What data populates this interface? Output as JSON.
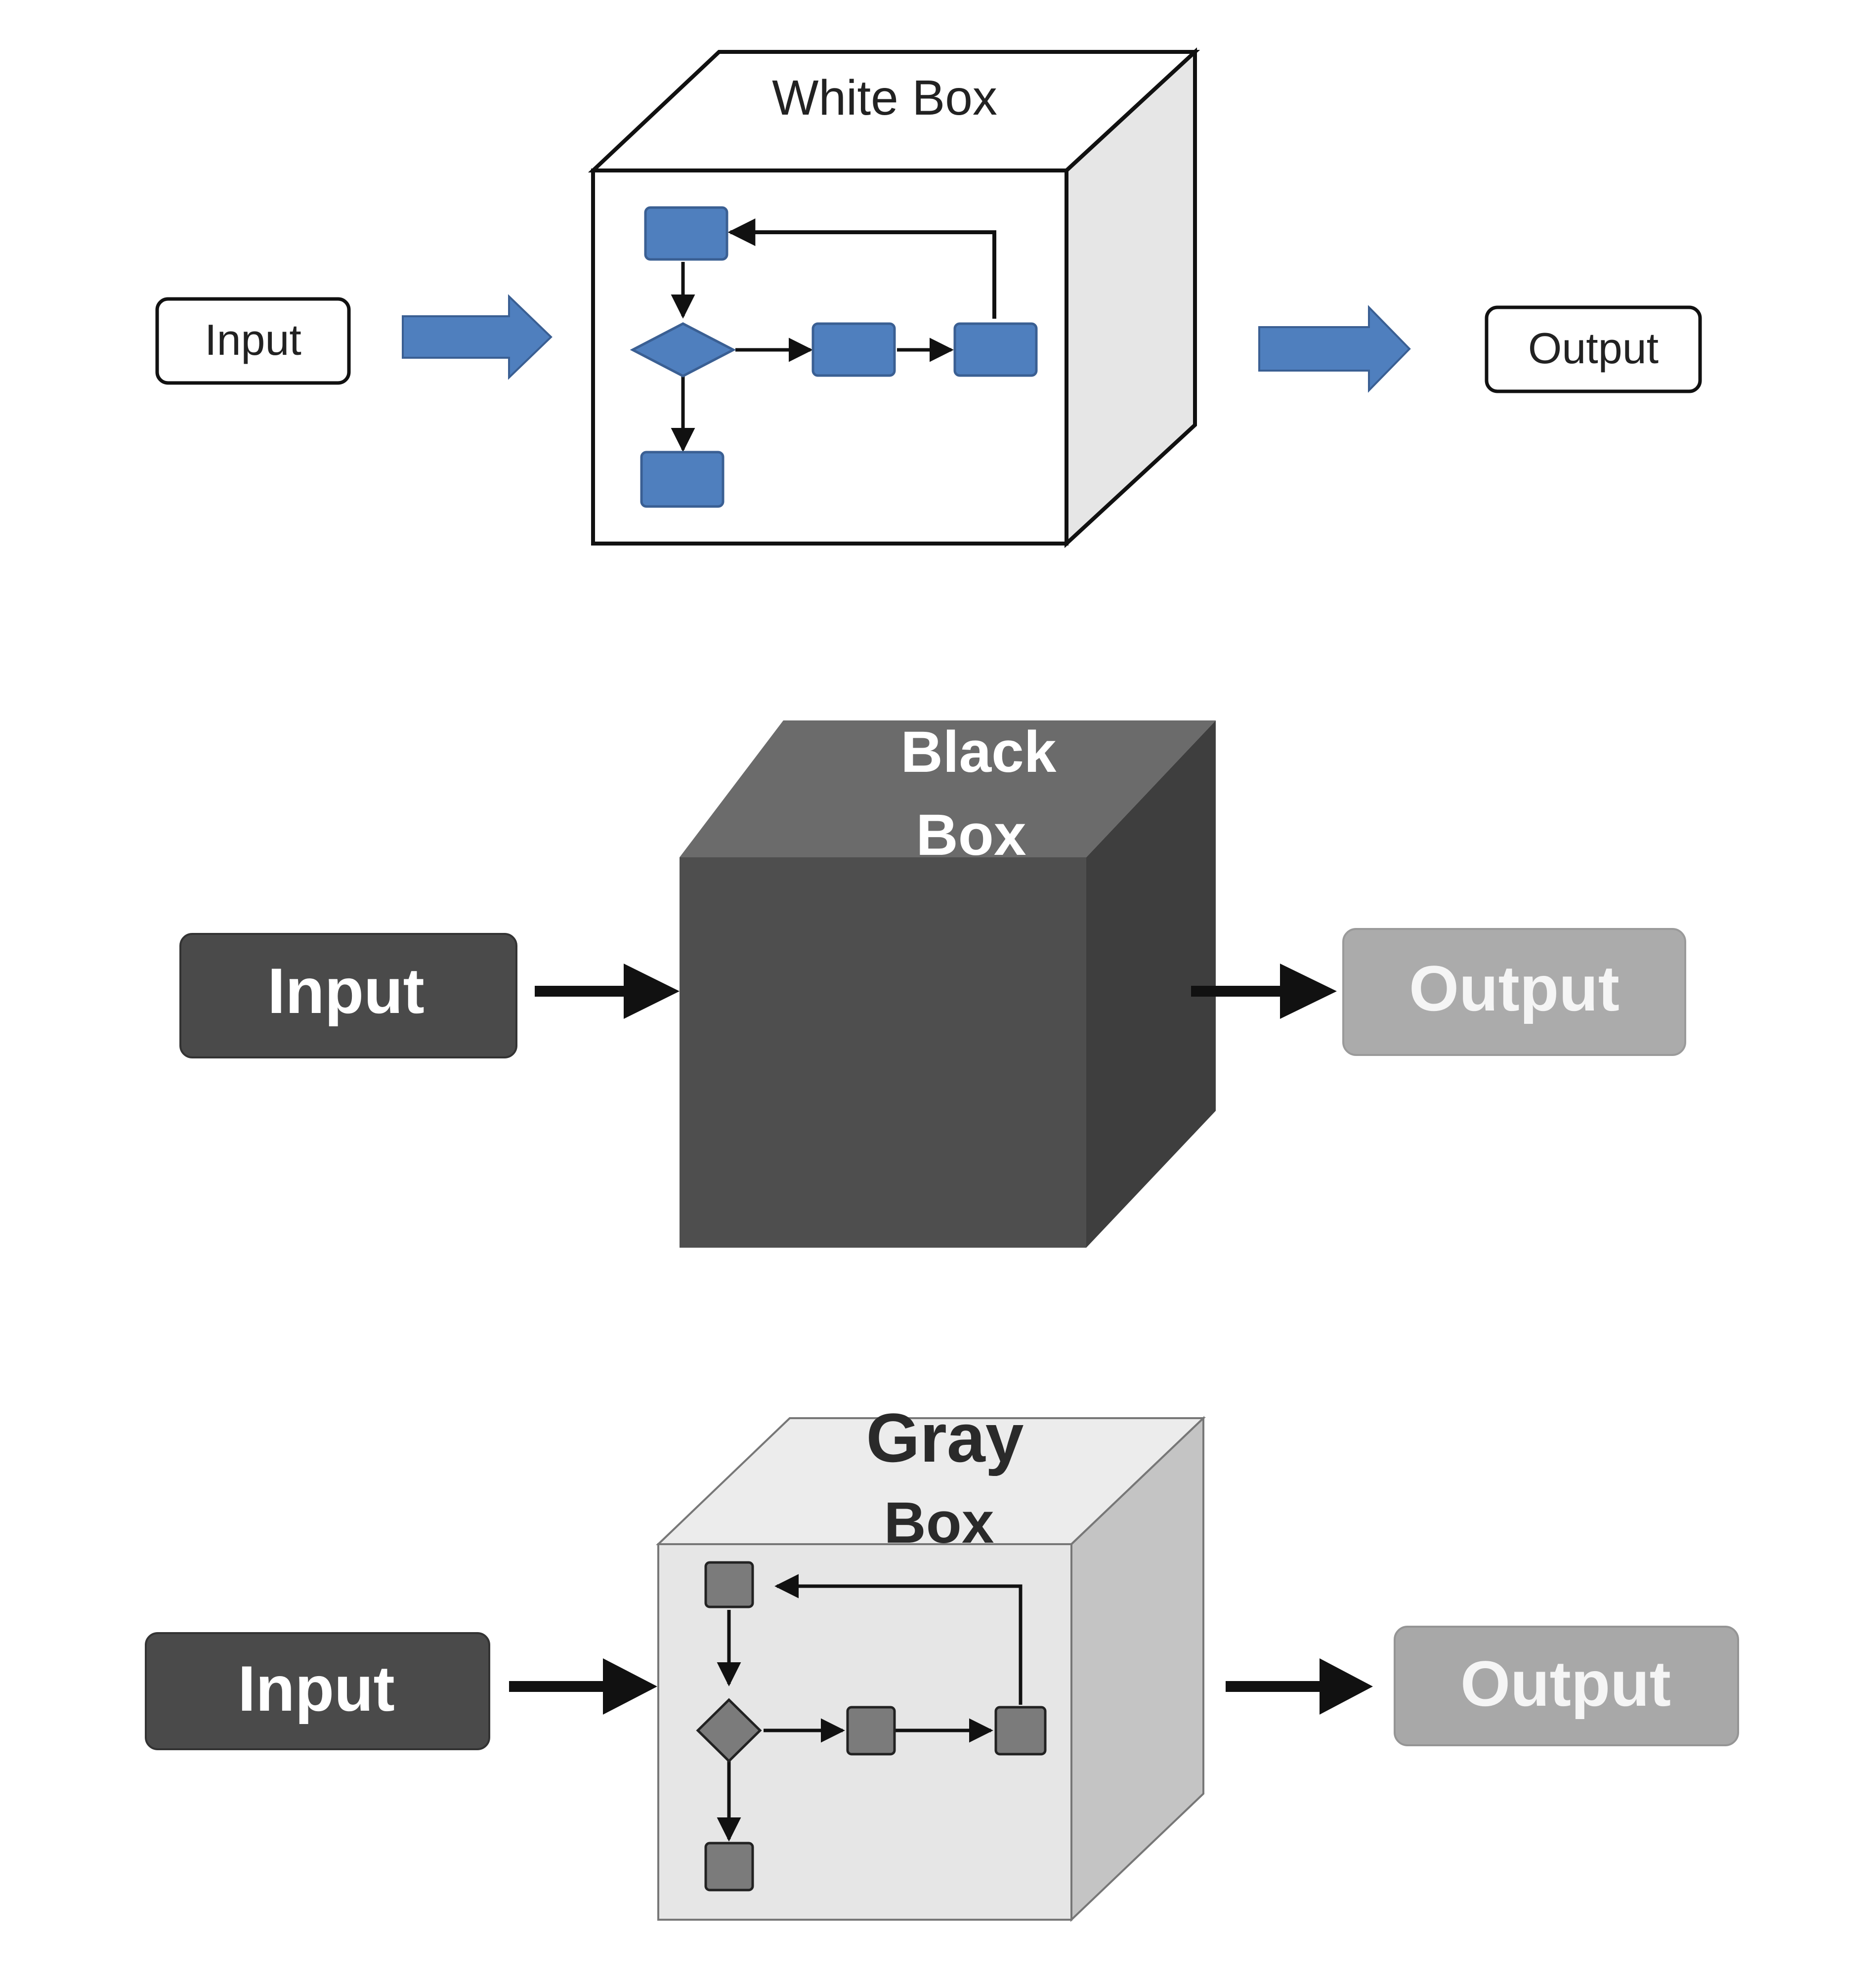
{
  "diagrams": {
    "white": {
      "title": "White Box",
      "input": "Input",
      "output": "Output",
      "colors": {
        "node": "#4f7fbe",
        "node_stroke": "#3a5f93",
        "arrow": "#4f7fbe",
        "cube_front": "#ffffff",
        "cube_top": "#ffffff",
        "cube_side": "#e6e6e6"
      }
    },
    "black": {
      "title_line1": "Black",
      "title_line2": "Box",
      "input": "Input",
      "output": "Output",
      "colors": {
        "cube_front": "#4e4e4e",
        "cube_top": "#6b6b6b",
        "cube_side": "#3e3e3e",
        "input_fill": "#4a4a4a",
        "output_fill": "#ababab"
      }
    },
    "gray": {
      "title_line1": "Gray",
      "title_line2": "Box",
      "input": "Input",
      "output": "Output",
      "colors": {
        "cube_front": "#e6e6e6",
        "cube_top": "#ececec",
        "cube_side": "#c4c4c4",
        "node": "#7b7b7b",
        "input_fill": "#4a4a4a",
        "output_fill": "#a8a8a8"
      }
    }
  }
}
